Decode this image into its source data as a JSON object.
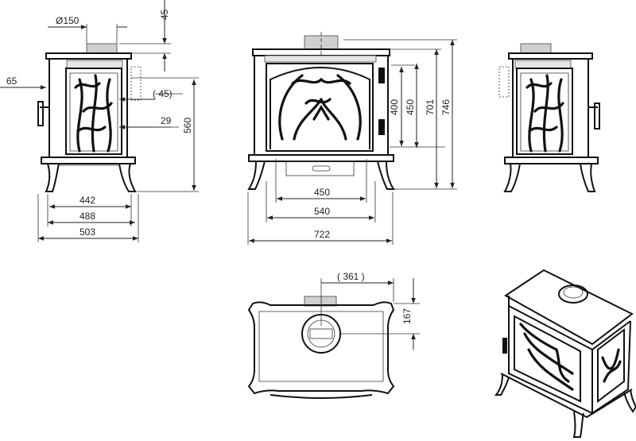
{
  "labels": {
    "flue_diameter": "Ø150",
    "flue_height": "45",
    "side_offset": "65",
    "side_inset": "( 45)",
    "side_29": "29",
    "side_height": "560",
    "side_width_442": "442",
    "side_width_488": "488",
    "side_width_503": "503",
    "front_450w": "450",
    "front_540w": "540",
    "front_722w": "722",
    "front_400h": "400",
    "front_450h": "450",
    "front_701h": "701",
    "front_746h": "746",
    "top_361": "( 361 )",
    "top_167": "167"
  }
}
